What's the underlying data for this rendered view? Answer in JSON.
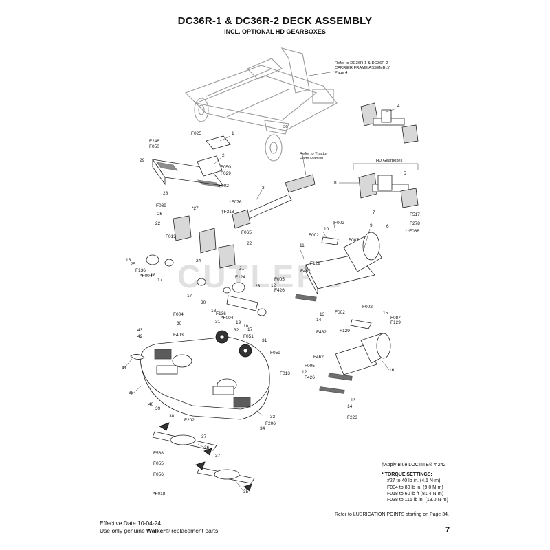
{
  "title": "DC36R-1 & DC36R-2 DECK ASSEMBLY",
  "subtitle": "INCL. OPTIONAL HD GEARBOXES",
  "watermark": "CUTLERS",
  "notes": {
    "carrier_frame": [
      "Refer to DC36R-1 & DC36R-2",
      "CARRIER FRAME ASSEMBLY,",
      "Page 4"
    ],
    "tractor_manual": [
      "Refer to Tractor",
      "Parts Manual"
    ],
    "hd_gearboxes": "HD Gearboxes"
  },
  "labels": [
    {
      "id": "l1",
      "text": "1"
    },
    {
      "id": "l2",
      "text": "2"
    },
    {
      "id": "l3",
      "text": "3"
    },
    {
      "id": "l4",
      "text": "4"
    },
    {
      "id": "l5",
      "text": "5"
    },
    {
      "id": "l6",
      "text": "6"
    },
    {
      "id": "l7",
      "text": "7"
    },
    {
      "id": "l8",
      "text": "8"
    },
    {
      "id": "l9",
      "text": "9"
    },
    {
      "id": "l10",
      "text": "10"
    },
    {
      "id": "l11",
      "text": "11"
    },
    {
      "id": "l12a",
      "text": "12"
    },
    {
      "id": "l12b",
      "text": "12"
    },
    {
      "id": "l13a",
      "text": "13"
    },
    {
      "id": "l13b",
      "text": "13"
    },
    {
      "id": "l14a",
      "text": "14"
    },
    {
      "id": "l14b",
      "text": "14"
    },
    {
      "id": "l15",
      "text": "15"
    },
    {
      "id": "l16a",
      "text": "16"
    },
    {
      "id": "l16b",
      "text": "16"
    },
    {
      "id": "l17a",
      "text": "17"
    },
    {
      "id": "l17b",
      "text": "17"
    },
    {
      "id": "l17c",
      "text": "17"
    },
    {
      "id": "l18a",
      "text": "18"
    },
    {
      "id": "l18b",
      "text": "18"
    },
    {
      "id": "l18c",
      "text": "18"
    },
    {
      "id": "l19",
      "text": "19"
    },
    {
      "id": "l20",
      "text": "20"
    },
    {
      "id": "l21",
      "text": "21"
    },
    {
      "id": "l22a",
      "text": "22"
    },
    {
      "id": "l22b",
      "text": "22"
    },
    {
      "id": "l23",
      "text": "23"
    },
    {
      "id": "l24",
      "text": "24"
    },
    {
      "id": "l25",
      "text": "25"
    },
    {
      "id": "l26",
      "text": "26"
    },
    {
      "id": "l27",
      "text": "*27"
    },
    {
      "id": "l28",
      "text": "28"
    },
    {
      "id": "l29",
      "text": "29"
    },
    {
      "id": "l30",
      "text": "30"
    },
    {
      "id": "l31a",
      "text": "31"
    },
    {
      "id": "l31b",
      "text": "31"
    },
    {
      "id": "l32",
      "text": "32"
    },
    {
      "id": "l33",
      "text": "33"
    },
    {
      "id": "l34",
      "text": "34"
    },
    {
      "id": "l35",
      "text": "35"
    },
    {
      "id": "l36",
      "text": "36"
    },
    {
      "id": "l37a",
      "text": "37"
    },
    {
      "id": "l37b",
      "text": "37"
    },
    {
      "id": "l38a",
      "text": "38"
    },
    {
      "id": "l38b",
      "text": "38"
    },
    {
      "id": "l39",
      "text": "39"
    },
    {
      "id": "l40",
      "text": "40"
    },
    {
      "id": "l41",
      "text": "41"
    },
    {
      "id": "l42",
      "text": "42"
    },
    {
      "id": "l43",
      "text": "43"
    },
    {
      "id": "f025",
      "text": "F025"
    },
    {
      "id": "f246",
      "text": "F246"
    },
    {
      "id": "f050a",
      "text": "F050"
    },
    {
      "id": "f050b",
      "text": "F050"
    },
    {
      "id": "f029",
      "text": "F029"
    },
    {
      "id": "f002a",
      "text": "F002"
    },
    {
      "id": "f039",
      "text": "F039"
    },
    {
      "id": "f013a",
      "text": "F013"
    },
    {
      "id": "f076",
      "text": "†F076"
    },
    {
      "id": "f318",
      "text": "†F318"
    },
    {
      "id": "f065",
      "text": "F065"
    },
    {
      "id": "f136a",
      "text": "F136"
    },
    {
      "id": "f004a",
      "text": "*F004"
    },
    {
      "id": "f124",
      "text": "F124"
    },
    {
      "id": "f136b",
      "text": "F136"
    },
    {
      "id": "f004b",
      "text": "*F004"
    },
    {
      "id": "f004c",
      "text": "F004"
    },
    {
      "id": "f403",
      "text": "F403"
    },
    {
      "id": "f051",
      "text": "F051"
    },
    {
      "id": "f059",
      "text": "F059"
    },
    {
      "id": "f013b",
      "text": "F013"
    },
    {
      "id": "f202",
      "text": "F202"
    },
    {
      "id": "f206",
      "text": "F206"
    },
    {
      "id": "f568",
      "text": "F568"
    },
    {
      "id": "f055",
      "text": "F055"
    },
    {
      "id": "f056",
      "text": "F056"
    },
    {
      "id": "f018",
      "text": "*F018"
    },
    {
      "id": "f517",
      "text": "F517"
    },
    {
      "id": "f278",
      "text": "F278"
    },
    {
      "id": "f038",
      "text": "†*F038"
    },
    {
      "id": "f002b",
      "text": "F002"
    },
    {
      "id": "f002c",
      "text": "F002"
    },
    {
      "id": "f087a",
      "text": "F087"
    },
    {
      "id": "f129a",
      "text": "F129"
    },
    {
      "id": "f462a",
      "text": "F462"
    },
    {
      "id": "f005a",
      "text": "F005"
    },
    {
      "id": "f426a",
      "text": "F426"
    },
    {
      "id": "f462b",
      "text": "F462"
    },
    {
      "id": "f002d",
      "text": "F002"
    },
    {
      "id": "f002e",
      "text": "F002"
    },
    {
      "id": "f087b",
      "text": "F087"
    },
    {
      "id": "f129b",
      "text": "F129"
    },
    {
      "id": "f129c",
      "text": "F129"
    },
    {
      "id": "f462c",
      "text": "F462"
    },
    {
      "id": "f005b",
      "text": "F005"
    },
    {
      "id": "f426b",
      "text": "F426"
    },
    {
      "id": "f223",
      "text": "F223"
    }
  ],
  "legend": {
    "loctite": "†Apply Blue LOCTITE® # 242",
    "torque_heading": "* TORQUE SETTINGS:",
    "torque_lines": [
      "#27 to 40 lb in. (4.5 N·m)",
      "F004 to 80 lb in. (9.0 N·m)",
      "F018 to 60 lb ft (81.4 N·m)",
      "F038 to 115 lb in. (13.0 N·m)"
    ]
  },
  "lubrication": "Refer to LUBRICATION POINTS starting on Page 34.",
  "footer": {
    "effective_date": "Effective Date 10-04-24",
    "genuine_prefix": "Use only genuine ",
    "genuine_brand": "Walker",
    "genuine_suffix": "® replacement parts.",
    "page_number": "7"
  }
}
